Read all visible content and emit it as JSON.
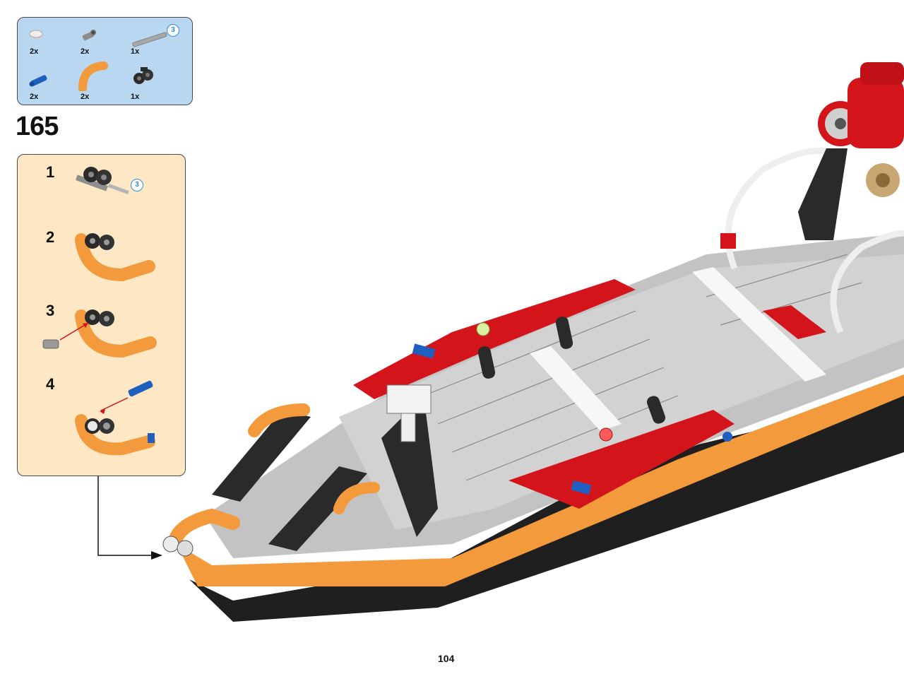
{
  "parts_list": {
    "items": [
      {
        "name": "round-plate",
        "qty": "2x",
        "color": "#e6e6e6"
      },
      {
        "name": "connector-bush",
        "qty": "2x",
        "color": "#9a9a9a"
      },
      {
        "name": "axle",
        "qty": "1x",
        "color": "#a5a5a5",
        "length": "3"
      },
      {
        "name": "pin-with-axle",
        "qty": "2x",
        "color": "#1e5fbf"
      },
      {
        "name": "curved-panel",
        "qty": "2x",
        "color": "#f39a3c"
      },
      {
        "name": "double-connector",
        "qty": "1x",
        "color": "#2a2a2a"
      }
    ]
  },
  "step": {
    "number": "165"
  },
  "substeps": [
    {
      "number": "1",
      "badge": "3"
    },
    {
      "number": "2"
    },
    {
      "number": "3"
    },
    {
      "number": "4"
    }
  ],
  "page": {
    "number": "104"
  },
  "colors": {
    "parts_bg": "#b9d7f1",
    "substep_bg": "#fde7c4",
    "orange": "#f39a3c",
    "red": "#d4141b",
    "gray": "#a9a9a9",
    "black": "#222222",
    "blue": "#1e5fbf",
    "badge_blue": "#2b8fd8"
  }
}
